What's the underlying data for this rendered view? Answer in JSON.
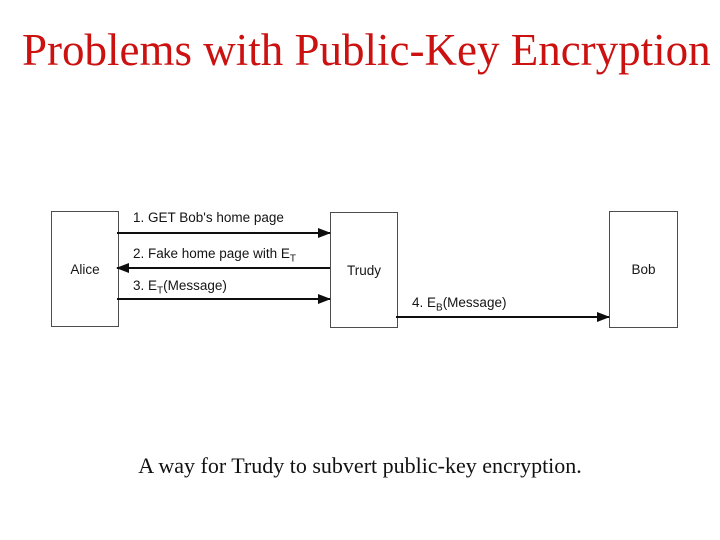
{
  "slide": {
    "title": "Problems with Public-Key Encryption",
    "title_color": "#cc1111",
    "caption": "A way for Trudy to subvert public-key encryption."
  },
  "diagram": {
    "boxes": [
      {
        "label": "Alice"
      },
      {
        "label": "Trudy"
      },
      {
        "label": "Bob"
      }
    ],
    "arrows": [
      {
        "direction": "right",
        "label_prefix": "1. GET Bob's home page",
        "label_sub": "",
        "label_suffix": ""
      },
      {
        "direction": "left",
        "label_prefix": "2. Fake home page with E",
        "label_sub": "T",
        "label_suffix": ""
      },
      {
        "direction": "right",
        "label_prefix": "3. E",
        "label_sub": "T",
        "label_suffix": "(Message)"
      },
      {
        "direction": "right",
        "label_prefix": "4. E",
        "label_sub": "B",
        "label_suffix": "(Message)"
      }
    ]
  }
}
